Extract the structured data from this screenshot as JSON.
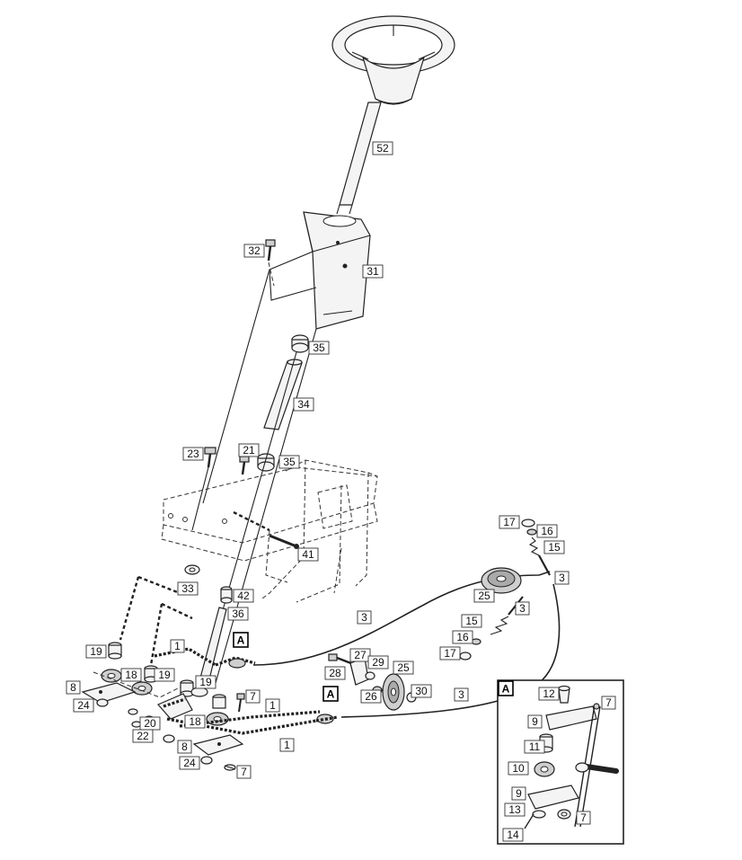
{
  "labels": {
    "l52": "52",
    "l32": "32",
    "l31": "31",
    "l35a": "35",
    "l34": "34",
    "l23": "23",
    "l21": "21",
    "l35b": "35",
    "l41": "41",
    "l33": "33",
    "l42": "42",
    "l36": "36",
    "l19a": "19",
    "l1a": "1",
    "l18a": "18",
    "l19b": "19",
    "l8a": "8",
    "l24a": "24",
    "l19c": "19",
    "l18b": "18",
    "l20": "20",
    "l22": "22",
    "l7a": "7",
    "l1b": "1",
    "l1c": "1",
    "l8b": "8",
    "l24b": "24",
    "l7b": "7",
    "l3a": "3",
    "l3b": "3",
    "l3c": "3",
    "l3d": "3",
    "l17a": "17",
    "l16a": "16",
    "l15a": "15",
    "l25a": "25",
    "l15b": "15",
    "l16b": "16",
    "l17b": "17",
    "l27": "27",
    "l28": "28",
    "l29": "29",
    "l26": "26",
    "l25b": "25",
    "l30": "30",
    "detailA1": "A",
    "detailA2": "A",
    "detailA3": "A",
    "i12": "12",
    "i7a": "7",
    "i9a": "9",
    "i11": "11",
    "i10": "10",
    "i9b": "9",
    "i13": "13",
    "i7b": "7",
    "i14": "14"
  }
}
